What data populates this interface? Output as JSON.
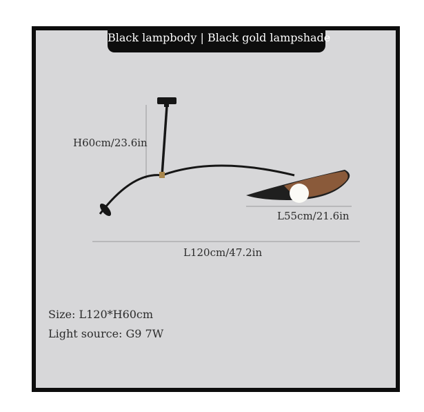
{
  "title": "Black lampbody | Black gold lampshade",
  "dimensions": {
    "height": "H60cm/23.6in",
    "shade_length": "L55cm/21.6in",
    "total_length": "L120cm/47.2in"
  },
  "specs": {
    "size": "Size: L120*H60cm",
    "light_source": "Light source: G9 7W"
  },
  "colors": {
    "frame": "#0d0d0d",
    "background": "#d7d7d9",
    "lamp_body": "#161616",
    "shade_inner": "#8a5a3a"
  }
}
